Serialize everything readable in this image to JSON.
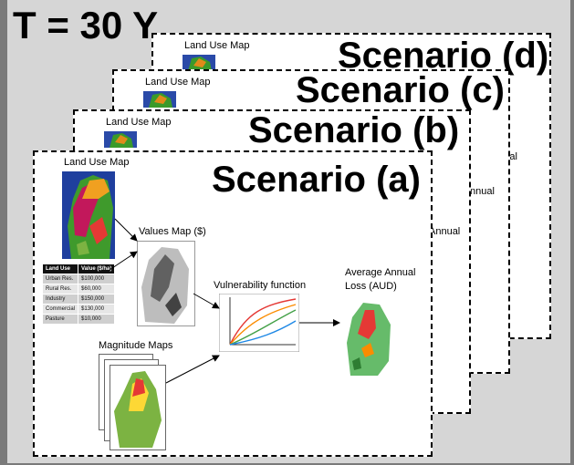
{
  "title": "T = 30 Y",
  "scenarios": {
    "d": "Scenario (d)",
    "c": "Scenario (c)",
    "b": "Scenario (b)",
    "a": "Scenario (a)"
  },
  "labels": {
    "land_use_map": "Land Use Map",
    "values_map": "Values Map ($)",
    "vulnerability_function": "Vulnerability function",
    "average_annual_loss": "Average Annual",
    "average_annual_loss_2": "Loss (AUD)",
    "magnitude_maps": "Magnitude Maps",
    "annual_fragment": "Annual",
    "nnual_fragment": "nnual"
  },
  "value_table": {
    "headers": [
      "Land Use",
      "Value ($/ha)"
    ],
    "rows": [
      [
        "Urban Res.",
        "$100,000"
      ],
      [
        "Rural Res.",
        "$60,000"
      ],
      [
        "Industry",
        "$150,000"
      ],
      [
        "Commercial",
        "$130,000"
      ],
      [
        "Pasture",
        "$10,000"
      ]
    ]
  }
}
